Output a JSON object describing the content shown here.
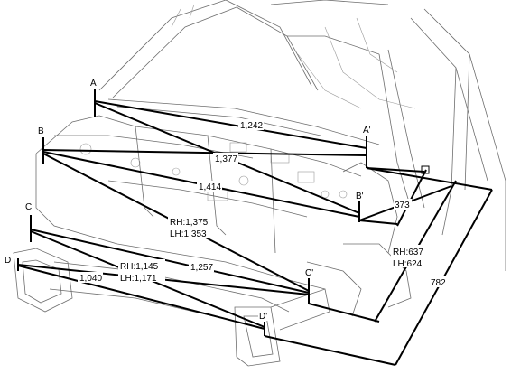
{
  "points": {
    "A": "A",
    "A_prime": "A'",
    "B": "B",
    "B_prime": "B'",
    "C": "C",
    "C_prime": "C'",
    "D": "D",
    "D_prime": "D'"
  },
  "dimensions": {
    "a_a": "1,242",
    "a_b": "1,377",
    "b_b": "1,414",
    "b_c_rh": "RH:1,375",
    "b_c_lh": "LH:1,353",
    "c_c": "1,257",
    "c_d_rh": "RH:1,145",
    "c_d_lh": "LH:1,171",
    "d_d": "1,040",
    "height_small": "373",
    "height_rh": "RH:637",
    "height_lh": "LH:624",
    "height_total": "782"
  },
  "colors": {
    "dimension_line": "#000000",
    "body_outline": "#6e6e6e"
  }
}
